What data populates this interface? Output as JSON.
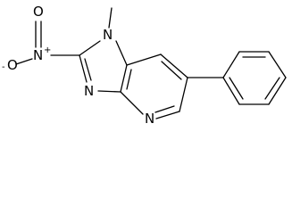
{
  "molecule": {
    "atoms": {
      "n_methyl": "N",
      "n_imidazole": "N",
      "n_pyridine": "N",
      "n_nitro": "N",
      "nitro_charge_pos": "+",
      "o_double": "O",
      "o_single": "O",
      "o_charge": "-"
    }
  }
}
